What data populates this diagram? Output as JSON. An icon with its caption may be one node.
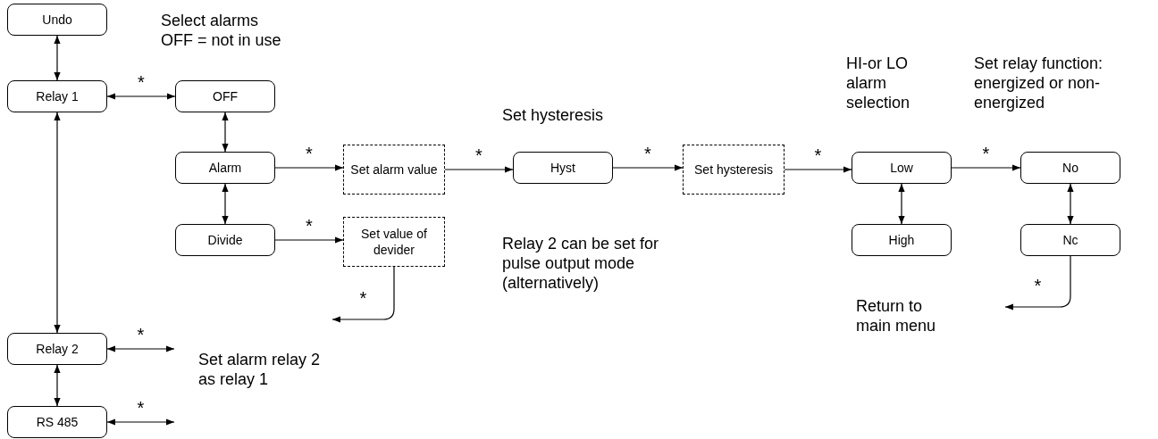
{
  "diagram": {
    "nodes": [
      {
        "text": [
          "Undo"
        ]
      },
      {
        "text": [
          "Relay 1"
        ]
      },
      {
        "text": [
          "OFF"
        ]
      },
      {
        "text": [
          "Alarm"
        ]
      },
      {
        "text": [
          "Set alarm value"
        ]
      },
      {
        "text": [
          "Hyst"
        ]
      },
      {
        "text": [
          "Set hysteresis"
        ]
      },
      {
        "text": [
          "Low"
        ]
      },
      {
        "text": [
          "No"
        ]
      },
      {
        "text": [
          "Divide"
        ]
      },
      {
        "text": [
          "Set value of devider"
        ]
      },
      {
        "text": [
          "High"
        ]
      },
      {
        "text": [
          "Nc"
        ]
      },
      {
        "text": [
          "Relay 2"
        ]
      },
      {
        "text": [
          "RS 485"
        ]
      }
    ],
    "edges": [
      {
        "from": 0,
        "to": 1,
        "arrow": "both"
      },
      {
        "from": 1,
        "to": 2,
        "arrow": "both",
        "label": "*"
      },
      {
        "from": 2,
        "to": 3,
        "arrow": "both"
      },
      {
        "from": 3,
        "to": 4,
        "arrow": "to",
        "label": "*"
      },
      {
        "from": 4,
        "to": 5,
        "arrow": "to",
        "label": "*"
      },
      {
        "from": 5,
        "to": 6,
        "arrow": "to",
        "label": "*"
      },
      {
        "from": 6,
        "to": 7,
        "arrow": "to",
        "label": "*"
      },
      {
        "from": 7,
        "to": 8,
        "arrow": "to",
        "label": "*"
      },
      {
        "from": 7,
        "to": 11,
        "arrow": "both"
      },
      {
        "from": 8,
        "to": 12,
        "arrow": "both"
      },
      {
        "from": 3,
        "to": 9,
        "arrow": "both"
      },
      {
        "from": 9,
        "to": 10,
        "arrow": "to",
        "label": "*"
      },
      {
        "from": 10,
        "to": null,
        "arrow": "to",
        "label": "*"
      },
      {
        "from": 12,
        "to": null,
        "arrow": "to",
        "label": "*"
      },
      {
        "from": 1,
        "to": 13,
        "arrow": "both"
      },
      {
        "from": 13,
        "to": null,
        "arrow": "both",
        "label": "*"
      },
      {
        "from": 13,
        "to": 14,
        "arrow": "both"
      },
      {
        "from": 14,
        "to": null,
        "arrow": "both",
        "label": "*"
      }
    ],
    "labels": [
      "Select alarms OFF = not in use",
      "Set hysteresis",
      "HI-or LO alarm selection",
      "Set relay function: energized or non-energized",
      "Relay 2 can be set for pulse output mode (alternatively)",
      "Return to main menu",
      "Set alarm relay 2 as relay 1"
    ]
  }
}
